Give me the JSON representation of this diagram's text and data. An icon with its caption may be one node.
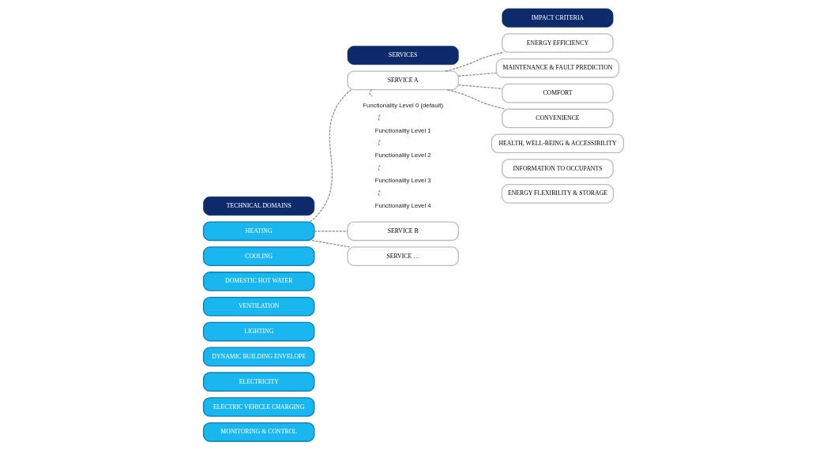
{
  "diagram": {
    "nodes": [
      {
        "text": [
          "TECHNICAL DOMAINS"
        ]
      },
      {
        "text": [
          "HEATING"
        ]
      },
      {
        "text": [
          "COOLING"
        ]
      },
      {
        "text": [
          "DOMESTIC HOT WATER"
        ]
      },
      {
        "text": [
          "VENTILATION"
        ]
      },
      {
        "text": [
          "LIGHTING"
        ]
      },
      {
        "text": [
          "DYNAMIC BUILDING ENVELOPE"
        ]
      },
      {
        "text": [
          "ELECTRICITY"
        ]
      },
      {
        "text": [
          "ELECTRIC VEHICLE CHARGING"
        ]
      },
      {
        "text": [
          "MONITORING & CONTROL"
        ]
      },
      {
        "text": [
          "SERVICES"
        ]
      },
      {
        "text": [
          "SERVICE A"
        ]
      },
      {
        "text": [
          "Functionality Level 0 (default)"
        ]
      },
      {
        "text": [
          "Functionality Level 1"
        ]
      },
      {
        "text": [
          "Functionality Level 2"
        ]
      },
      {
        "text": [
          "Functionality Level 3"
        ]
      },
      {
        "text": [
          "Functionality Level 4"
        ]
      },
      {
        "text": [
          "SERVICE B"
        ]
      },
      {
        "text": [
          "SERVICE …"
        ]
      },
      {
        "text": [
          "IMPACT CRITERIA"
        ]
      },
      {
        "text": [
          "ENERGY EFFICIENCY"
        ]
      },
      {
        "text": [
          "MAINTENANCE & FAULT PREDICTION"
        ]
      },
      {
        "text": [
          "COMFORT"
        ]
      },
      {
        "text": [
          "CONVENIENCE"
        ]
      },
      {
        "text": [
          "HEALTH, WELL-BEING & ACCESSIBILITY"
        ]
      },
      {
        "text": [
          "INFORMATION TO OCCUPANTS"
        ]
      },
      {
        "text": [
          "ENERGY FLEXIBILITY & STORAGE"
        ]
      }
    ],
    "edges": [
      {
        "from": 1,
        "to": 11,
        "arrow": "none",
        "style": "dashed"
      },
      {
        "from": 1,
        "to": 17,
        "arrow": "none",
        "style": "dashed"
      },
      {
        "from": 1,
        "to": 18,
        "arrow": "none",
        "style": "dashed"
      },
      {
        "from": 11,
        "to": 12,
        "arrow": "none",
        "style": "dashed"
      },
      {
        "from": 12,
        "to": 13,
        "arrow": "none",
        "style": "dashed"
      },
      {
        "from": 13,
        "to": 14,
        "arrow": "none",
        "style": "dashed"
      },
      {
        "from": 14,
        "to": 15,
        "arrow": "none",
        "style": "dashed"
      },
      {
        "from": 15,
        "to": 16,
        "arrow": "none",
        "style": "dashed"
      },
      {
        "from": 11,
        "to": 20,
        "arrow": "none",
        "style": "dashed"
      },
      {
        "from": 11,
        "to": 21,
        "arrow": "none",
        "style": "dashed"
      },
      {
        "from": 11,
        "to": 22,
        "arrow": "none",
        "style": "dashed"
      },
      {
        "from": 11,
        "to": 23,
        "arrow": "none",
        "style": "dashed"
      }
    ]
  }
}
